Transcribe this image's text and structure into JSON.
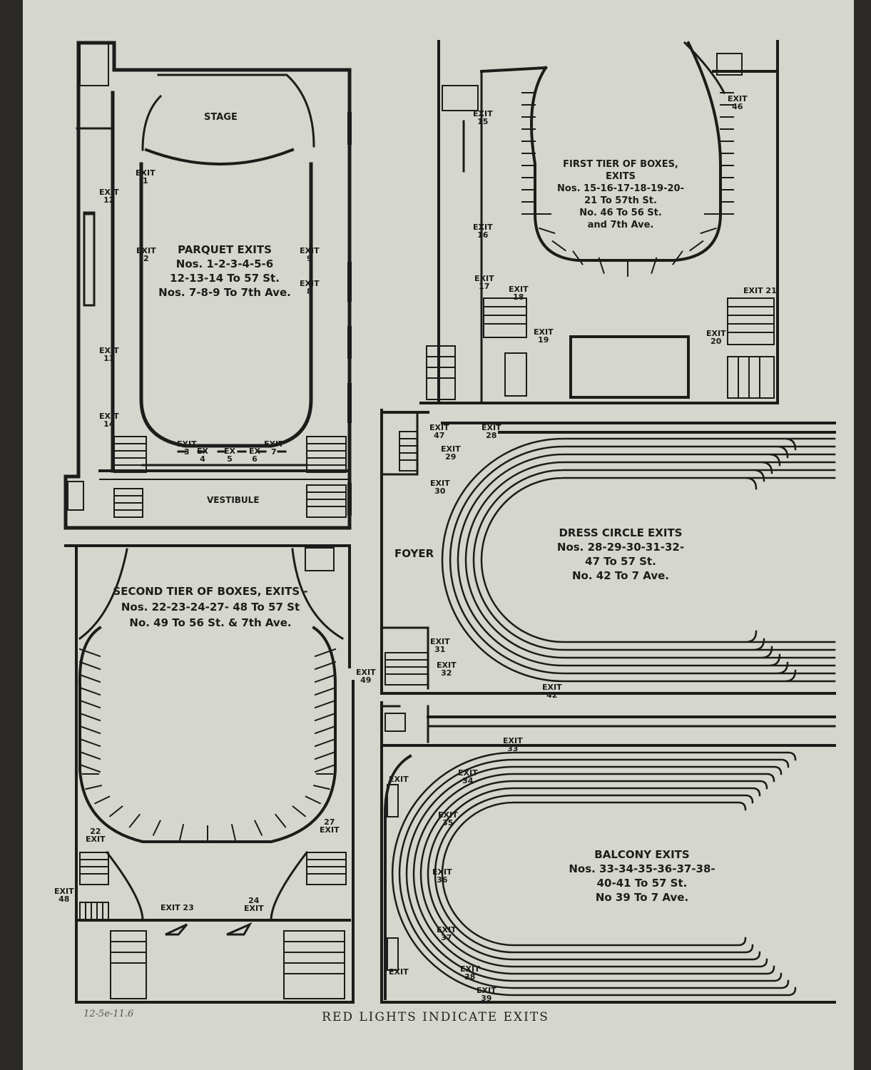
{
  "footer": "RED LIGHTS INDICATE EXITS",
  "archive_note": "12-5e-11.6",
  "colors": {
    "paper": "#d5d6cd",
    "ink": "#1c1c1a",
    "background": "#2b2a26"
  },
  "parquet": {
    "stage": "STAGE",
    "vestibule": "VESTIBULE",
    "heading": "PARQUET EXITS",
    "line1": "Nos. 1-2-3-4-5-6",
    "line2": "12-13-14 To 57 St.",
    "line3": "Nos. 7-8-9 To 7th Ave.",
    "exits": [
      "EXIT\n1",
      "EXIT\n2",
      "EXIT\n3",
      "EX\n4",
      "EX\n5",
      "EX\n6",
      "EXIT\n7",
      "EXIT\n8",
      "EXIT\n9",
      "EXIT\n12",
      "EXIT\n13",
      "EXIT\n14"
    ]
  },
  "first_tier": {
    "heading": "FIRST TIER OF BOXES, EXITS",
    "line1": "Nos. 15-16-17-18-19-20-",
    "line2": "21 To 57th St.",
    "line3": "No. 46 To 56 St.",
    "line4": "and 7th Ave.",
    "exits": [
      "EXIT\n15",
      "EXIT\n16",
      "EXIT\n17",
      "EXIT\n18",
      "EXIT\n19",
      "EXIT\n20",
      "EXIT 21",
      "EXIT\n46"
    ]
  },
  "dress_circle": {
    "foyer": "FOYER",
    "heading": "DRESS CIRCLE EXITS",
    "line1": "Nos. 28-29-30-31-32-",
    "line2": "47 To 57 St.",
    "line3": "No. 42 To 7 Ave.",
    "exits": [
      "EXIT\n47",
      "EXIT\n28",
      "EXIT\n29",
      "EXIT\n30",
      "EXIT\n31",
      "EXIT\n32",
      "EXIT\n42"
    ]
  },
  "second_tier": {
    "heading": "SECOND TIER OF BOXES, EXITS -",
    "line1": "Nos. 22-23-24-27- 48 To 57 St",
    "line2": "No. 49 To 56 St. & 7th Ave.",
    "exits": [
      "EXIT\n49",
      "22\nEXIT",
      "27\nEXIT",
      "EXIT\n48",
      "EXIT 23",
      "24\nEXIT"
    ]
  },
  "balcony": {
    "heading": "BALCONY EXITS",
    "line1": "Nos. 33-34-35-36-37-38-",
    "line2": "40-41 To 57 St.",
    "line3": "No 39 To 7 Ave.",
    "exits": [
      "EXIT\n33",
      "EXIT",
      "EXIT\n34",
      "EXIT\n35",
      "EXIT\n36",
      "EXIT\n37",
      "EXIT\n38",
      "EXIT\n39",
      "EXIT"
    ]
  }
}
